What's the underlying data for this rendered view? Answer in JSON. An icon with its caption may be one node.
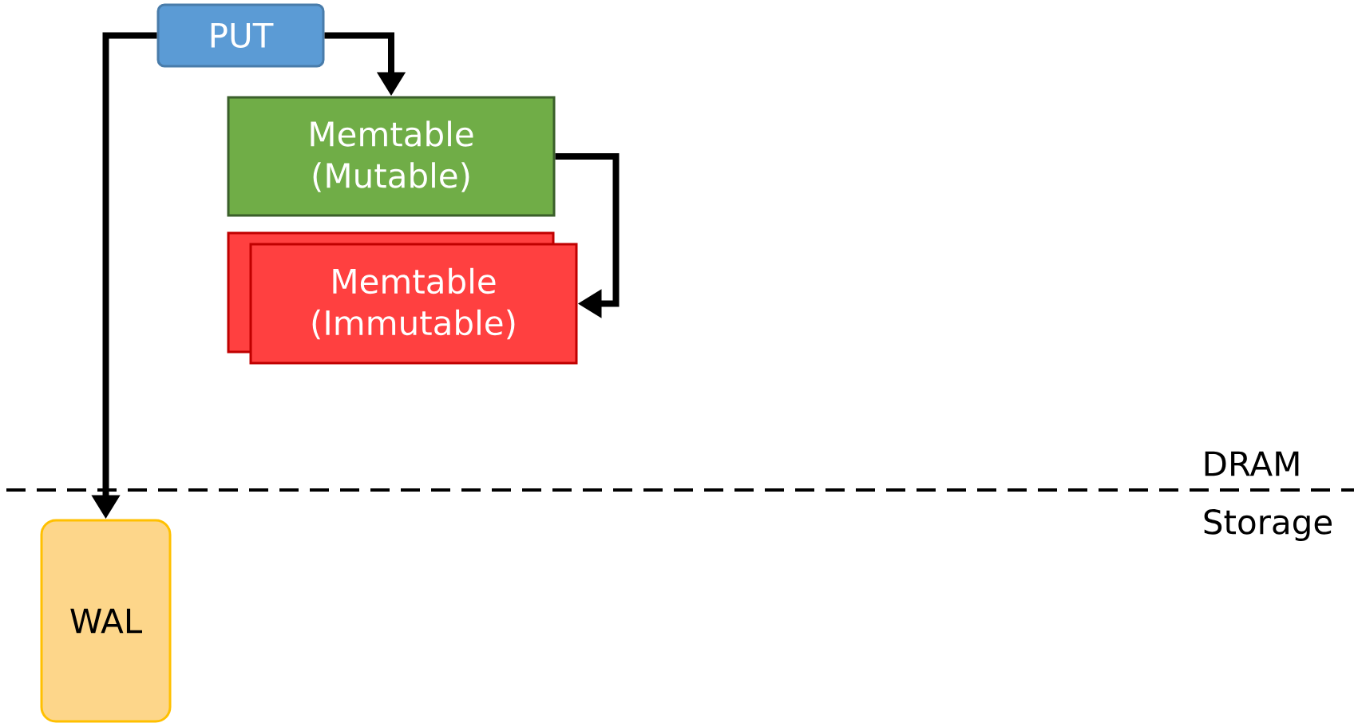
{
  "diagram": {
    "nodes": [
      {
        "text": [
          "PUT"
        ]
      },
      {
        "text": [
          "Memtable (Mutable)"
        ]
      },
      {
        "text": [
          "Memtable (Immutable)"
        ]
      },
      {
        "text": [
          "WAL"
        ]
      }
    ],
    "edges": [
      {
        "from": 0,
        "to": 1,
        "arrow": "to"
      },
      {
        "from": 0,
        "to": 3,
        "arrow": "to"
      },
      {
        "from": 1,
        "to": 2,
        "arrow": "to"
      }
    ],
    "labels": [
      "DRAM",
      "Storage"
    ]
  }
}
